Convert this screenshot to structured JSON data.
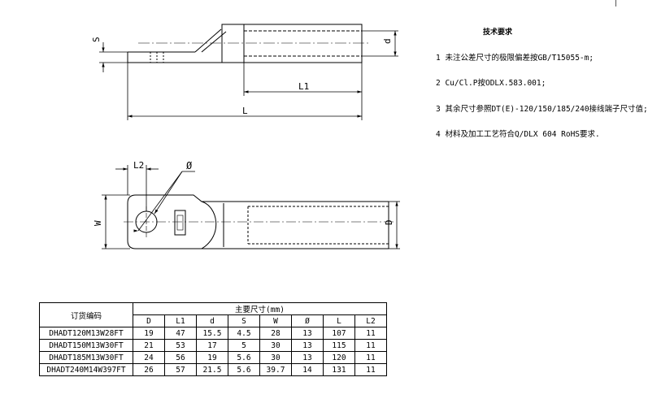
{
  "notes": {
    "title": "技术要求",
    "lines": [
      "1 未注公差尺寸的极限偏差按GB/T15055-m;",
      "2 Cu/Cl.P按ODLX.583.001;",
      "3 其余尺寸参照DT(E)-120/150/185/240接线端子尺寸值;",
      "4 材料及加工工艺符合Q/DLX 604 RoHS要求."
    ]
  },
  "labels": {
    "S": "S",
    "d": "d",
    "L1": "L1",
    "L": "L",
    "L2": "L2",
    "phi": "Ø",
    "W": "W",
    "D": "D"
  },
  "table": {
    "order_header": "订货编码",
    "group_header": "主要尺寸(mm)",
    "columns": [
      "D",
      "L1",
      "d",
      "S",
      "W",
      "Ø",
      "L",
      "L2"
    ],
    "rows": [
      {
        "code": "DHADT120M13W28FT",
        "values": [
          "19",
          "47",
          "15.5",
          "4.5",
          "28",
          "13",
          "107",
          "11"
        ]
      },
      {
        "code": "DHADT150M13W30FT",
        "values": [
          "21",
          "53",
          "17",
          "5",
          "30",
          "13",
          "115",
          "11"
        ]
      },
      {
        "code": "DHADT185M13W30FT",
        "values": [
          "24",
          "56",
          "19",
          "5.6",
          "30",
          "13",
          "120",
          "11"
        ]
      },
      {
        "code": "DHADT240M14W397FT",
        "values": [
          "26",
          "57",
          "21.5",
          "5.6",
          "39.7",
          "14",
          "131",
          "11"
        ]
      }
    ]
  }
}
